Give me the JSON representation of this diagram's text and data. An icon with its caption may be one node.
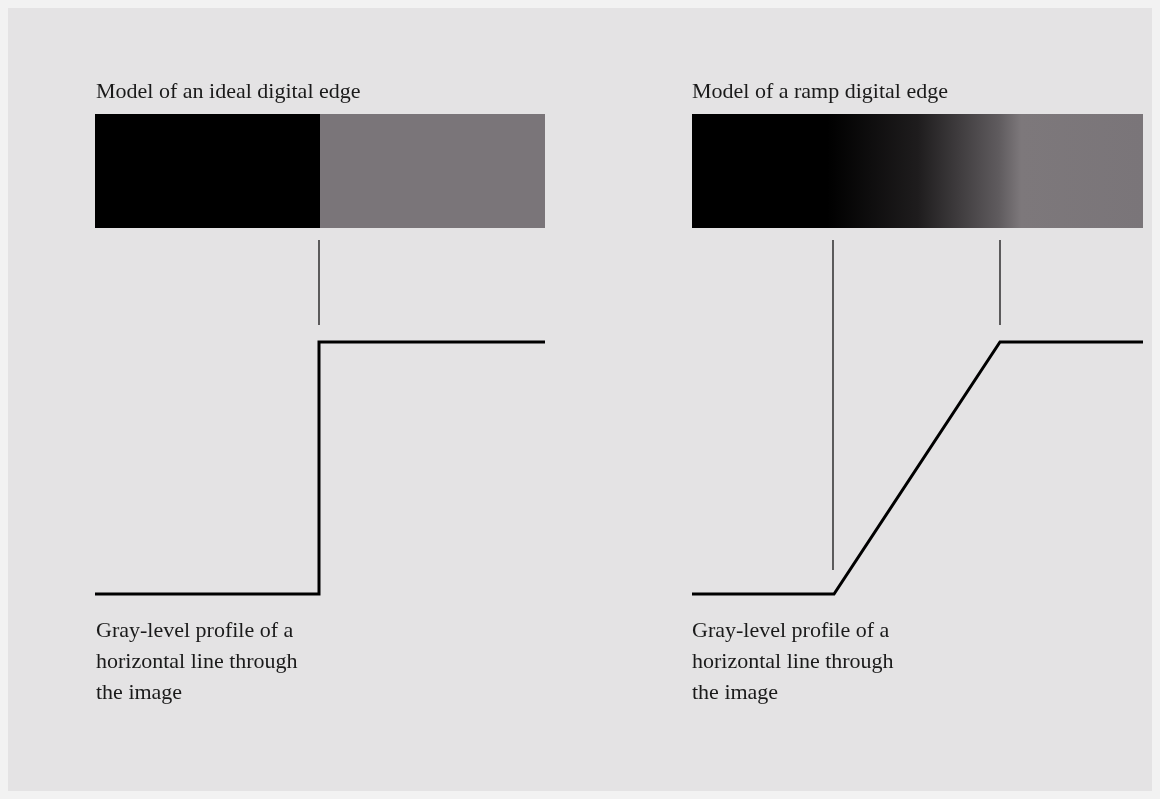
{
  "diagram": {
    "labels": [
      "Model of an ideal digital edge",
      "Model of a ramp digital edge",
      "Gray-level profile of a horizontal line through the image",
      "Gray-level profile of a horizontal line through the image"
    ]
  }
}
